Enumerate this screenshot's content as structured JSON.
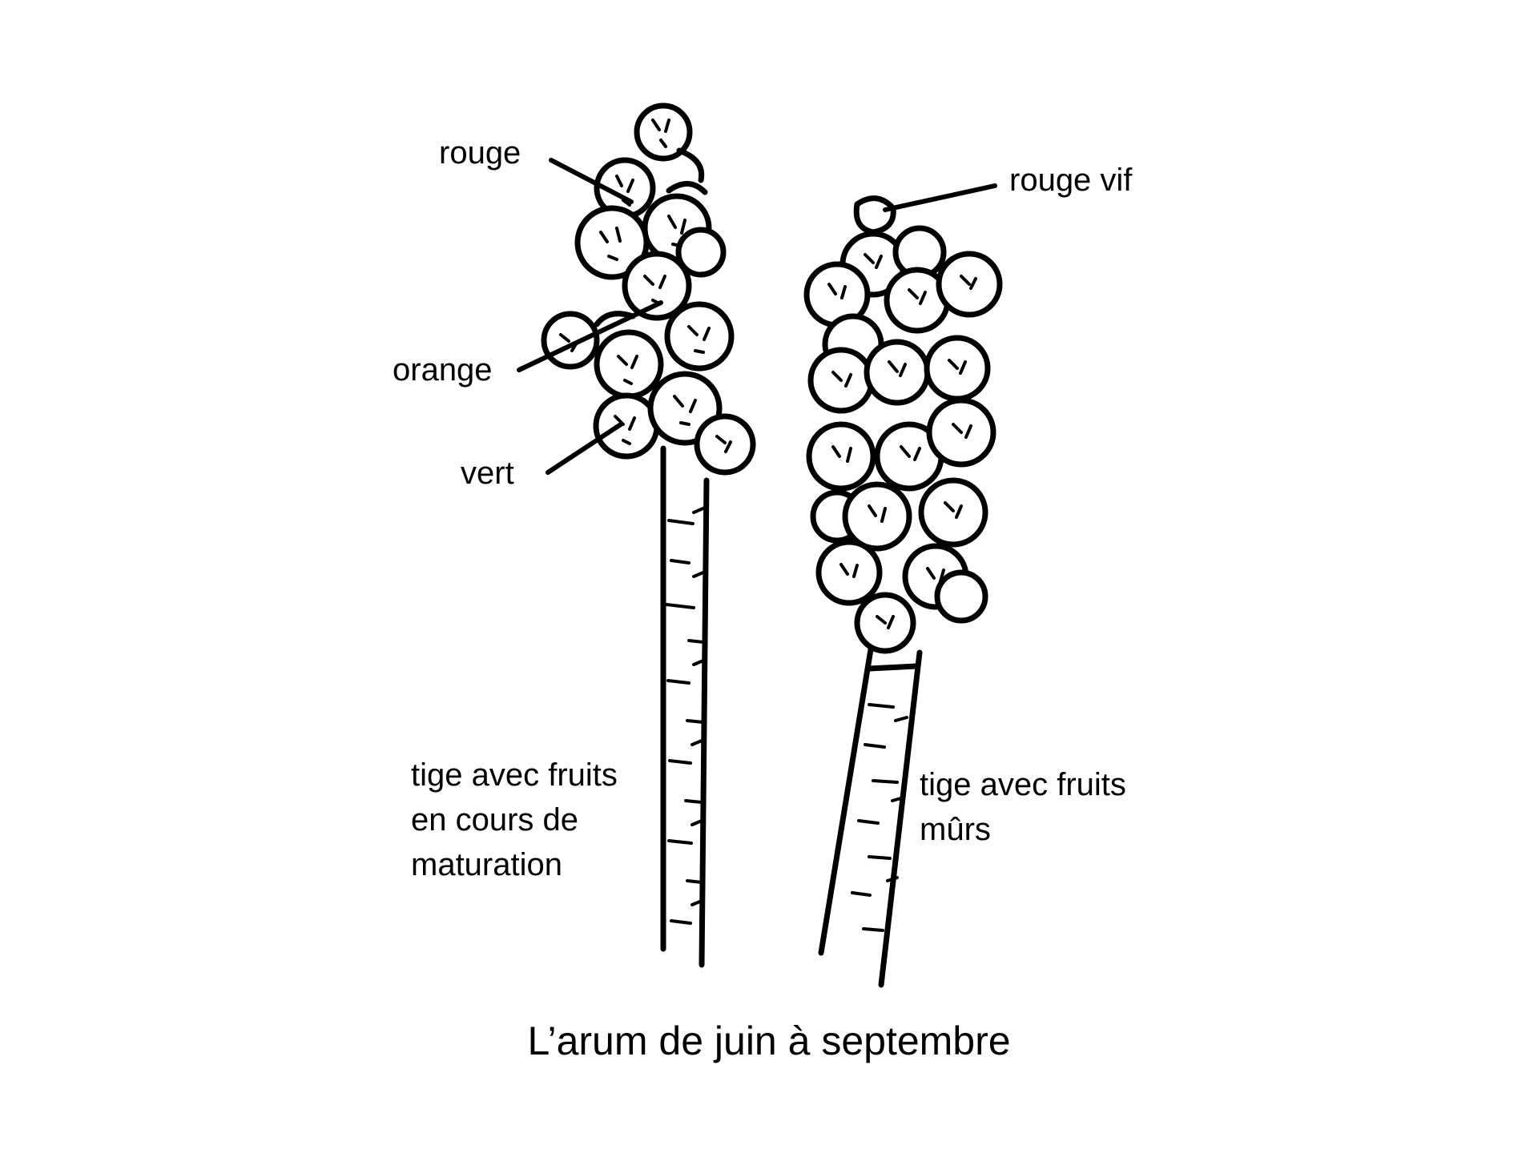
{
  "labels": {
    "rouge": "rouge",
    "rouge_vif": "rouge vif",
    "orange": "orange",
    "vert": "vert",
    "stem_left": [
      "tige avec fruits",
      "en cours de",
      "maturation"
    ],
    "stem_right": [
      "tige avec fruits",
      "mûrs"
    ]
  },
  "caption": "L’arum de juin à septembre"
}
